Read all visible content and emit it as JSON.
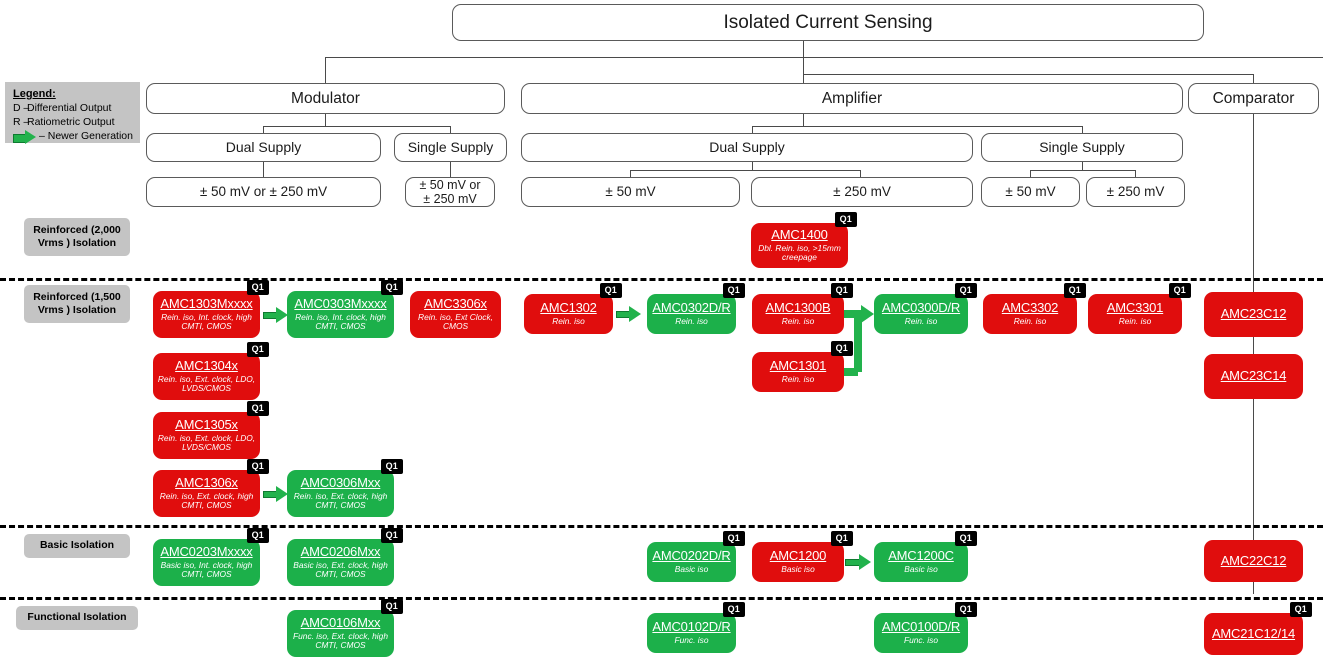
{
  "diagram": {
    "title": "Isolated Current Sensing"
  },
  "legend": {
    "title": "Legend:",
    "rows": [
      {
        "key": "D –",
        "label": "Differential Output"
      },
      {
        "key": "R –",
        "label": "Ratiometric Output"
      },
      {
        "key": "arrow",
        "label": "–  Newer Generation"
      }
    ]
  },
  "hierarchy": {
    "level2": [
      {
        "label": "Modulator"
      },
      {
        "label": "Amplifier"
      },
      {
        "label": "Comparator"
      }
    ],
    "level3": [
      {
        "label": "Dual Supply"
      },
      {
        "label": "Single Supply"
      },
      {
        "label": "Dual Supply"
      },
      {
        "label": "Single Supply"
      }
    ],
    "level4": [
      {
        "label": "± 50 mV or ± 250 mV"
      },
      {
        "label": "± 50 mV or\n± 250 mV"
      },
      {
        "label": "± 50 mV"
      },
      {
        "label": "± 250 mV"
      },
      {
        "label": "± 50 mV"
      },
      {
        "label": "± 250 mV"
      }
    ]
  },
  "rows": [
    {
      "label": "Reinforced (2,000 Vrms ) Isolation"
    },
    {
      "label": "Reinforced (1,500 Vrms ) Isolation"
    },
    {
      "label": "Basic Isolation"
    },
    {
      "label": "Functional Isolation"
    }
  ],
  "badges": {
    "q1": "Q1"
  },
  "colors": {
    "red": "#e00d0d",
    "green": "#1cb04a",
    "grey_label": "#c4c4c4",
    "badge_black": "#000000",
    "line": "#4a4a4a"
  },
  "products": [
    {
      "id": "amc1400",
      "name": "AMC1400",
      "desc": "Dbl. Rein. iso, >15mm creepage",
      "color": "red",
      "q1": true
    },
    {
      "id": "amc1303mxxxx",
      "name": "AMC1303Mxxxx",
      "desc": "Rein. iso, Int. clock, high CMTI, CMOS",
      "color": "red",
      "q1": true
    },
    {
      "id": "amc0303mxxxx",
      "name": "AMC0303Mxxxx",
      "desc": "Rein. iso, Int. clock, high CMTI, CMOS",
      "color": "green",
      "q1": true
    },
    {
      "id": "amc3306x",
      "name": "AMC3306x",
      "desc": "Rein. iso, Ext Clock, CMOS",
      "color": "red",
      "q1": false
    },
    {
      "id": "amc1302",
      "name": "AMC1302",
      "desc": "Rein. iso",
      "color": "red",
      "q1": true
    },
    {
      "id": "amc0302dr",
      "name": "AMC0302D/R",
      "desc": "Rein. iso",
      "color": "green",
      "q1": true
    },
    {
      "id": "amc1300b",
      "name": "AMC1300B",
      "desc": "Rein. iso",
      "color": "red",
      "q1": true
    },
    {
      "id": "amc1301",
      "name": "AMC1301",
      "desc": "Rein. iso",
      "color": "red",
      "q1": true
    },
    {
      "id": "amc0300dr",
      "name": "AMC0300D/R",
      "desc": "Rein. iso",
      "color": "green",
      "q1": true
    },
    {
      "id": "amc3302",
      "name": "AMC3302",
      "desc": "Rein. iso",
      "color": "red",
      "q1": true
    },
    {
      "id": "amc3301",
      "name": "AMC3301",
      "desc": "Rein. iso",
      "color": "red",
      "q1": true
    },
    {
      "id": "amc23c12",
      "name": "AMC23C12",
      "desc": "",
      "color": "red",
      "q1": false
    },
    {
      "id": "amc23c14",
      "name": "AMC23C14",
      "desc": "",
      "color": "red",
      "q1": false
    },
    {
      "id": "amc1304x",
      "name": "AMC1304x",
      "desc": "Rein. iso, Ext. clock, LDO, LVDS/CMOS",
      "color": "red",
      "q1": true
    },
    {
      "id": "amc1305x",
      "name": "AMC1305x",
      "desc": "Rein. iso, Ext. clock, LDO, LVDS/CMOS",
      "color": "red",
      "q1": true
    },
    {
      "id": "amc1306x",
      "name": "AMC1306x",
      "desc": "Rein. iso, Ext. clock, high CMTI, CMOS",
      "color": "red",
      "q1": true
    },
    {
      "id": "amc0306mxx",
      "name": "AMC0306Mxx",
      "desc": "Rein. iso, Ext. clock, high CMTI, CMOS",
      "color": "green",
      "q1": true
    },
    {
      "id": "amc0203mxxxx",
      "name": "AMC0203Mxxxx",
      "desc": "Basic iso, Int. clock, high CMTI, CMOS",
      "color": "green",
      "q1": true
    },
    {
      "id": "amc0206mxx",
      "name": "AMC0206Mxx",
      "desc": "Basic iso, Ext. clock, high CMTI, CMOS",
      "color": "green",
      "q1": true
    },
    {
      "id": "amc0202dr",
      "name": "AMC0202D/R",
      "desc": "Basic iso",
      "color": "green",
      "q1": true
    },
    {
      "id": "amc1200",
      "name": "AMC1200",
      "desc": "Basic iso",
      "color": "red",
      "q1": true
    },
    {
      "id": "amc1200c",
      "name": "AMC1200C",
      "desc": "Basic iso",
      "color": "green",
      "q1": true
    },
    {
      "id": "amc22c12",
      "name": "AMC22C12",
      "desc": "",
      "color": "red",
      "q1": false
    },
    {
      "id": "amc0106mxx",
      "name": "AMC0106Mxx",
      "desc": "Func. iso, Ext. clock, high CMTI, CMOS",
      "color": "green",
      "q1": true
    },
    {
      "id": "amc0102dr",
      "name": "AMC0102D/R",
      "desc": "Func. iso",
      "color": "green",
      "q1": true
    },
    {
      "id": "amc0100dr",
      "name": "AMC0100D/R",
      "desc": "Func. iso",
      "color": "green",
      "q1": true
    },
    {
      "id": "amc21c1214",
      "name": "AMC21C12/14",
      "desc": "",
      "color": "red",
      "q1": true
    }
  ]
}
